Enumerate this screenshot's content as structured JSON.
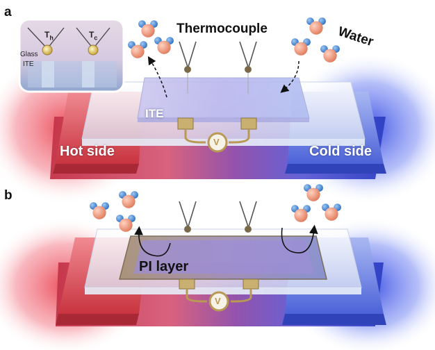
{
  "panel_a": {
    "letter": "a",
    "thermocouple_label": "Thermocouple",
    "water_label": "Water",
    "ite_label": "ITE",
    "hot_label": "Hot side",
    "cold_label": "Cold side",
    "voltmeter_symbol": "V",
    "inset": {
      "th_main": "T",
      "th_sub": "h",
      "tc_main": "T",
      "tc_sub": "c",
      "glass_label": "Glass",
      "ite_label": "ITE"
    }
  },
  "panel_b": {
    "letter": "b",
    "pi_label": "PI layer",
    "voltmeter_symbol": "V"
  },
  "colors": {
    "hot": "#e03a4a",
    "cold": "#3450d8",
    "water_oxygen": "#f0a080",
    "water_hydrogen": "#4a8fd6",
    "electrode": "#c9b070"
  }
}
